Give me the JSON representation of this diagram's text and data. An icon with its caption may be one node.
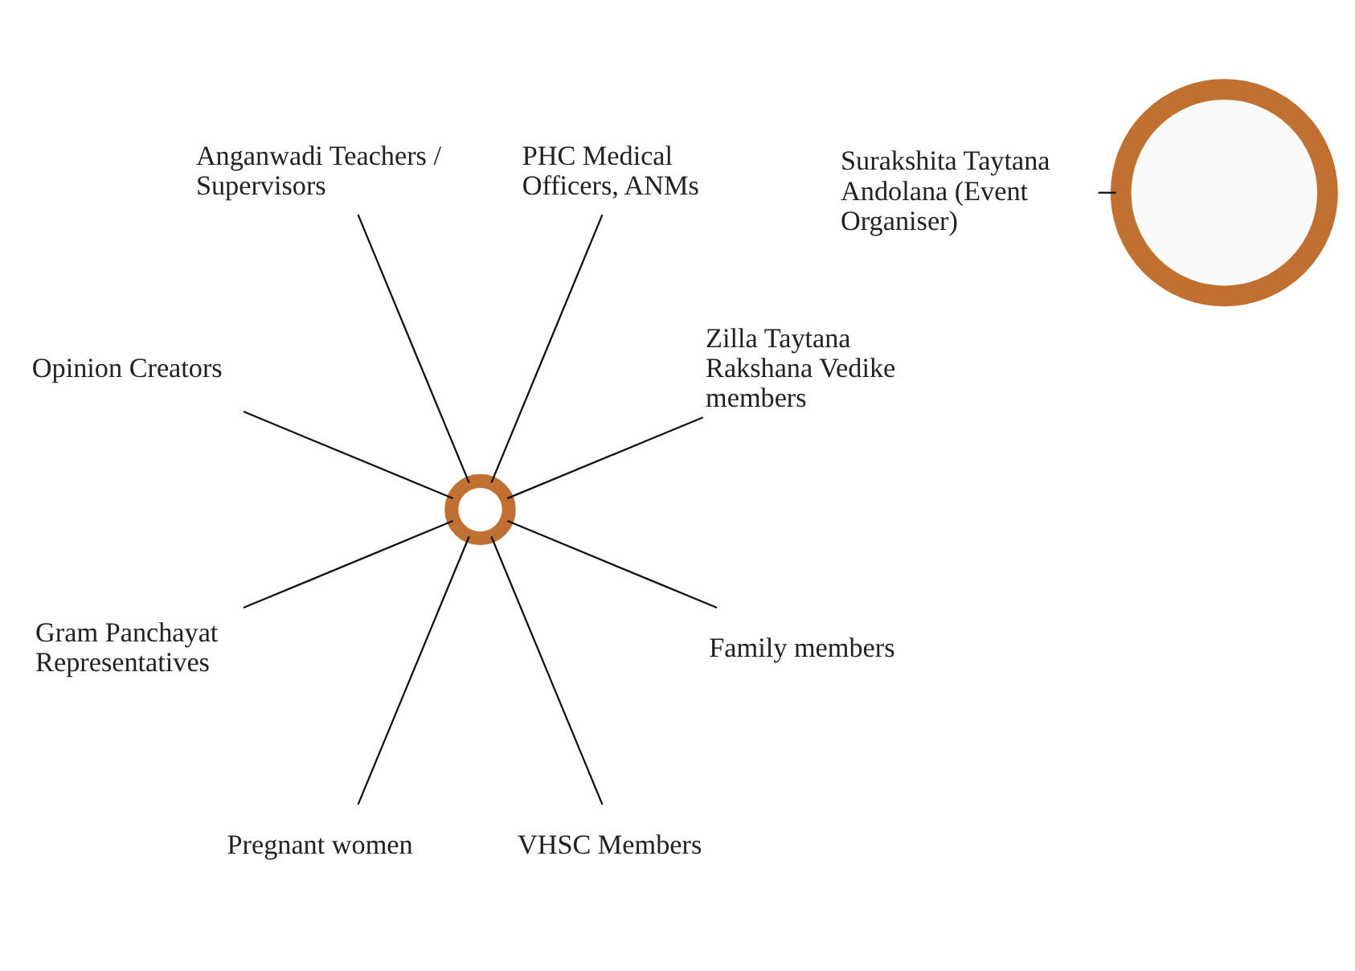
{
  "diagram": {
    "nodes": [
      {
        "text": [
          "Zilla Taytana Rakshana Vedike members"
        ]
      },
      {
        "text": [
          "PHC Medical Officers, ANMs"
        ]
      },
      {
        "text": [
          "Anganwadi Teachers / Supervisors"
        ]
      },
      {
        "text": [
          "Opinion Creators"
        ]
      },
      {
        "text": [],
        "shape": "wheel"
      },
      {
        "text": [],
        "shape": "circle"
      },
      {
        "text": [
          "Gram Panchayat Representatives"
        ]
      },
      {
        "text": [
          "Pregnant women"
        ]
      },
      {
        "text": [
          "VHSC Members"
        ]
      },
      {
        "text": [
          "Family members"
        ]
      },
      {
        "text": [
          "Surakshita Taytana Andolana (Event Organiser)"
        ]
      }
    ],
    "edges": [
      {
        "from": 0,
        "to": 5,
        "arrow": "none"
      },
      {
        "from": 1,
        "to": 5,
        "arrow": "none"
      },
      {
        "from": 2,
        "to": 5,
        "arrow": "none"
      },
      {
        "from": 3,
        "to": 5,
        "arrow": "none"
      },
      {
        "from": 6,
        "to": 5,
        "arrow": "none"
      },
      {
        "from": 7,
        "to": 5,
        "arrow": "none"
      },
      {
        "from": 8,
        "to": 5,
        "arrow": "none"
      },
      {
        "from": 9,
        "to": 5,
        "arrow": "none"
      },
      {
        "from": 10,
        "to": 4,
        "arrow": "none"
      }
    ]
  }
}
